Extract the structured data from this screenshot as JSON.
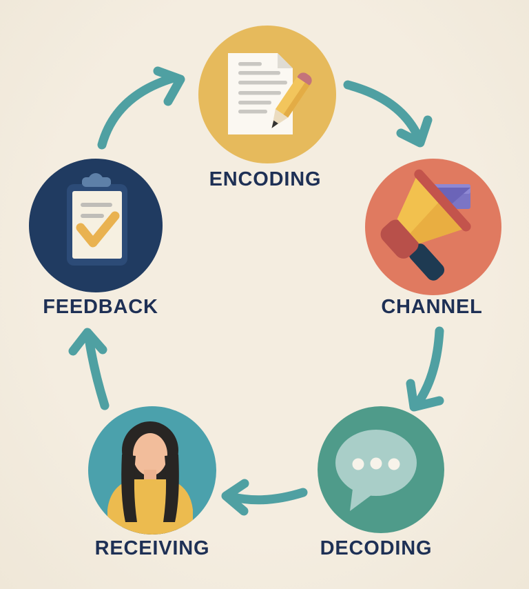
{
  "diagram": {
    "name": "communication-cycle",
    "background_color": "#F2EBDD",
    "arrow_color": "#4FA0A2",
    "label_color": "#1E3055",
    "nodes": [
      {
        "id": "encoding",
        "label": "ENCODING",
        "color": "#E6BA5C",
        "icon": "document-pencil-icon"
      },
      {
        "id": "channel",
        "label": "CHANNEL",
        "color": "#E07A60",
        "icon": "megaphone-envelope-icon"
      },
      {
        "id": "decoding",
        "label": "DECODING",
        "color": "#4F9B8A",
        "icon": "speech-bubble-icon"
      },
      {
        "id": "receiving",
        "label": "RECEIVING",
        "color": "#4BA1AC",
        "icon": "woman-avatar-icon"
      },
      {
        "id": "feedback",
        "label": "FEEDBACK",
        "color": "#203B61",
        "icon": "clipboard-check-icon"
      }
    ],
    "arrows": [
      {
        "from": "FEEDBACK",
        "to": "ENCODING"
      },
      {
        "from": "ENCODING",
        "to": "CHANNEL"
      },
      {
        "from": "CHANNEL",
        "to": "DECODING"
      },
      {
        "from": "DECODING",
        "to": "RECEIVING"
      },
      {
        "from": "RECEIVING",
        "to": "FEEDBACK"
      }
    ],
    "icon_colors": {
      "paper": "#FBF8F2",
      "paper_lines": "#C9C7C2",
      "pencil_body": "#F2C55C",
      "pencil_eraser": "#C4737B",
      "megaphone_cone": "#F2C14E",
      "megaphone_rim": "#C3544C",
      "megaphone_handle": "#1E3A52",
      "envelope": "#7A74C4",
      "bubble": "#A9CEC8",
      "bubble_dots": "#F7F3EA",
      "hair": "#282523",
      "skin": "#F2BD9B",
      "shirt": "#ECBB4F",
      "clipboard_frame": "#2C4B77",
      "clipboard_clip": "#5E80A8",
      "clipboard_paper": "#F6F0E1",
      "checkmark": "#E9B250"
    }
  }
}
